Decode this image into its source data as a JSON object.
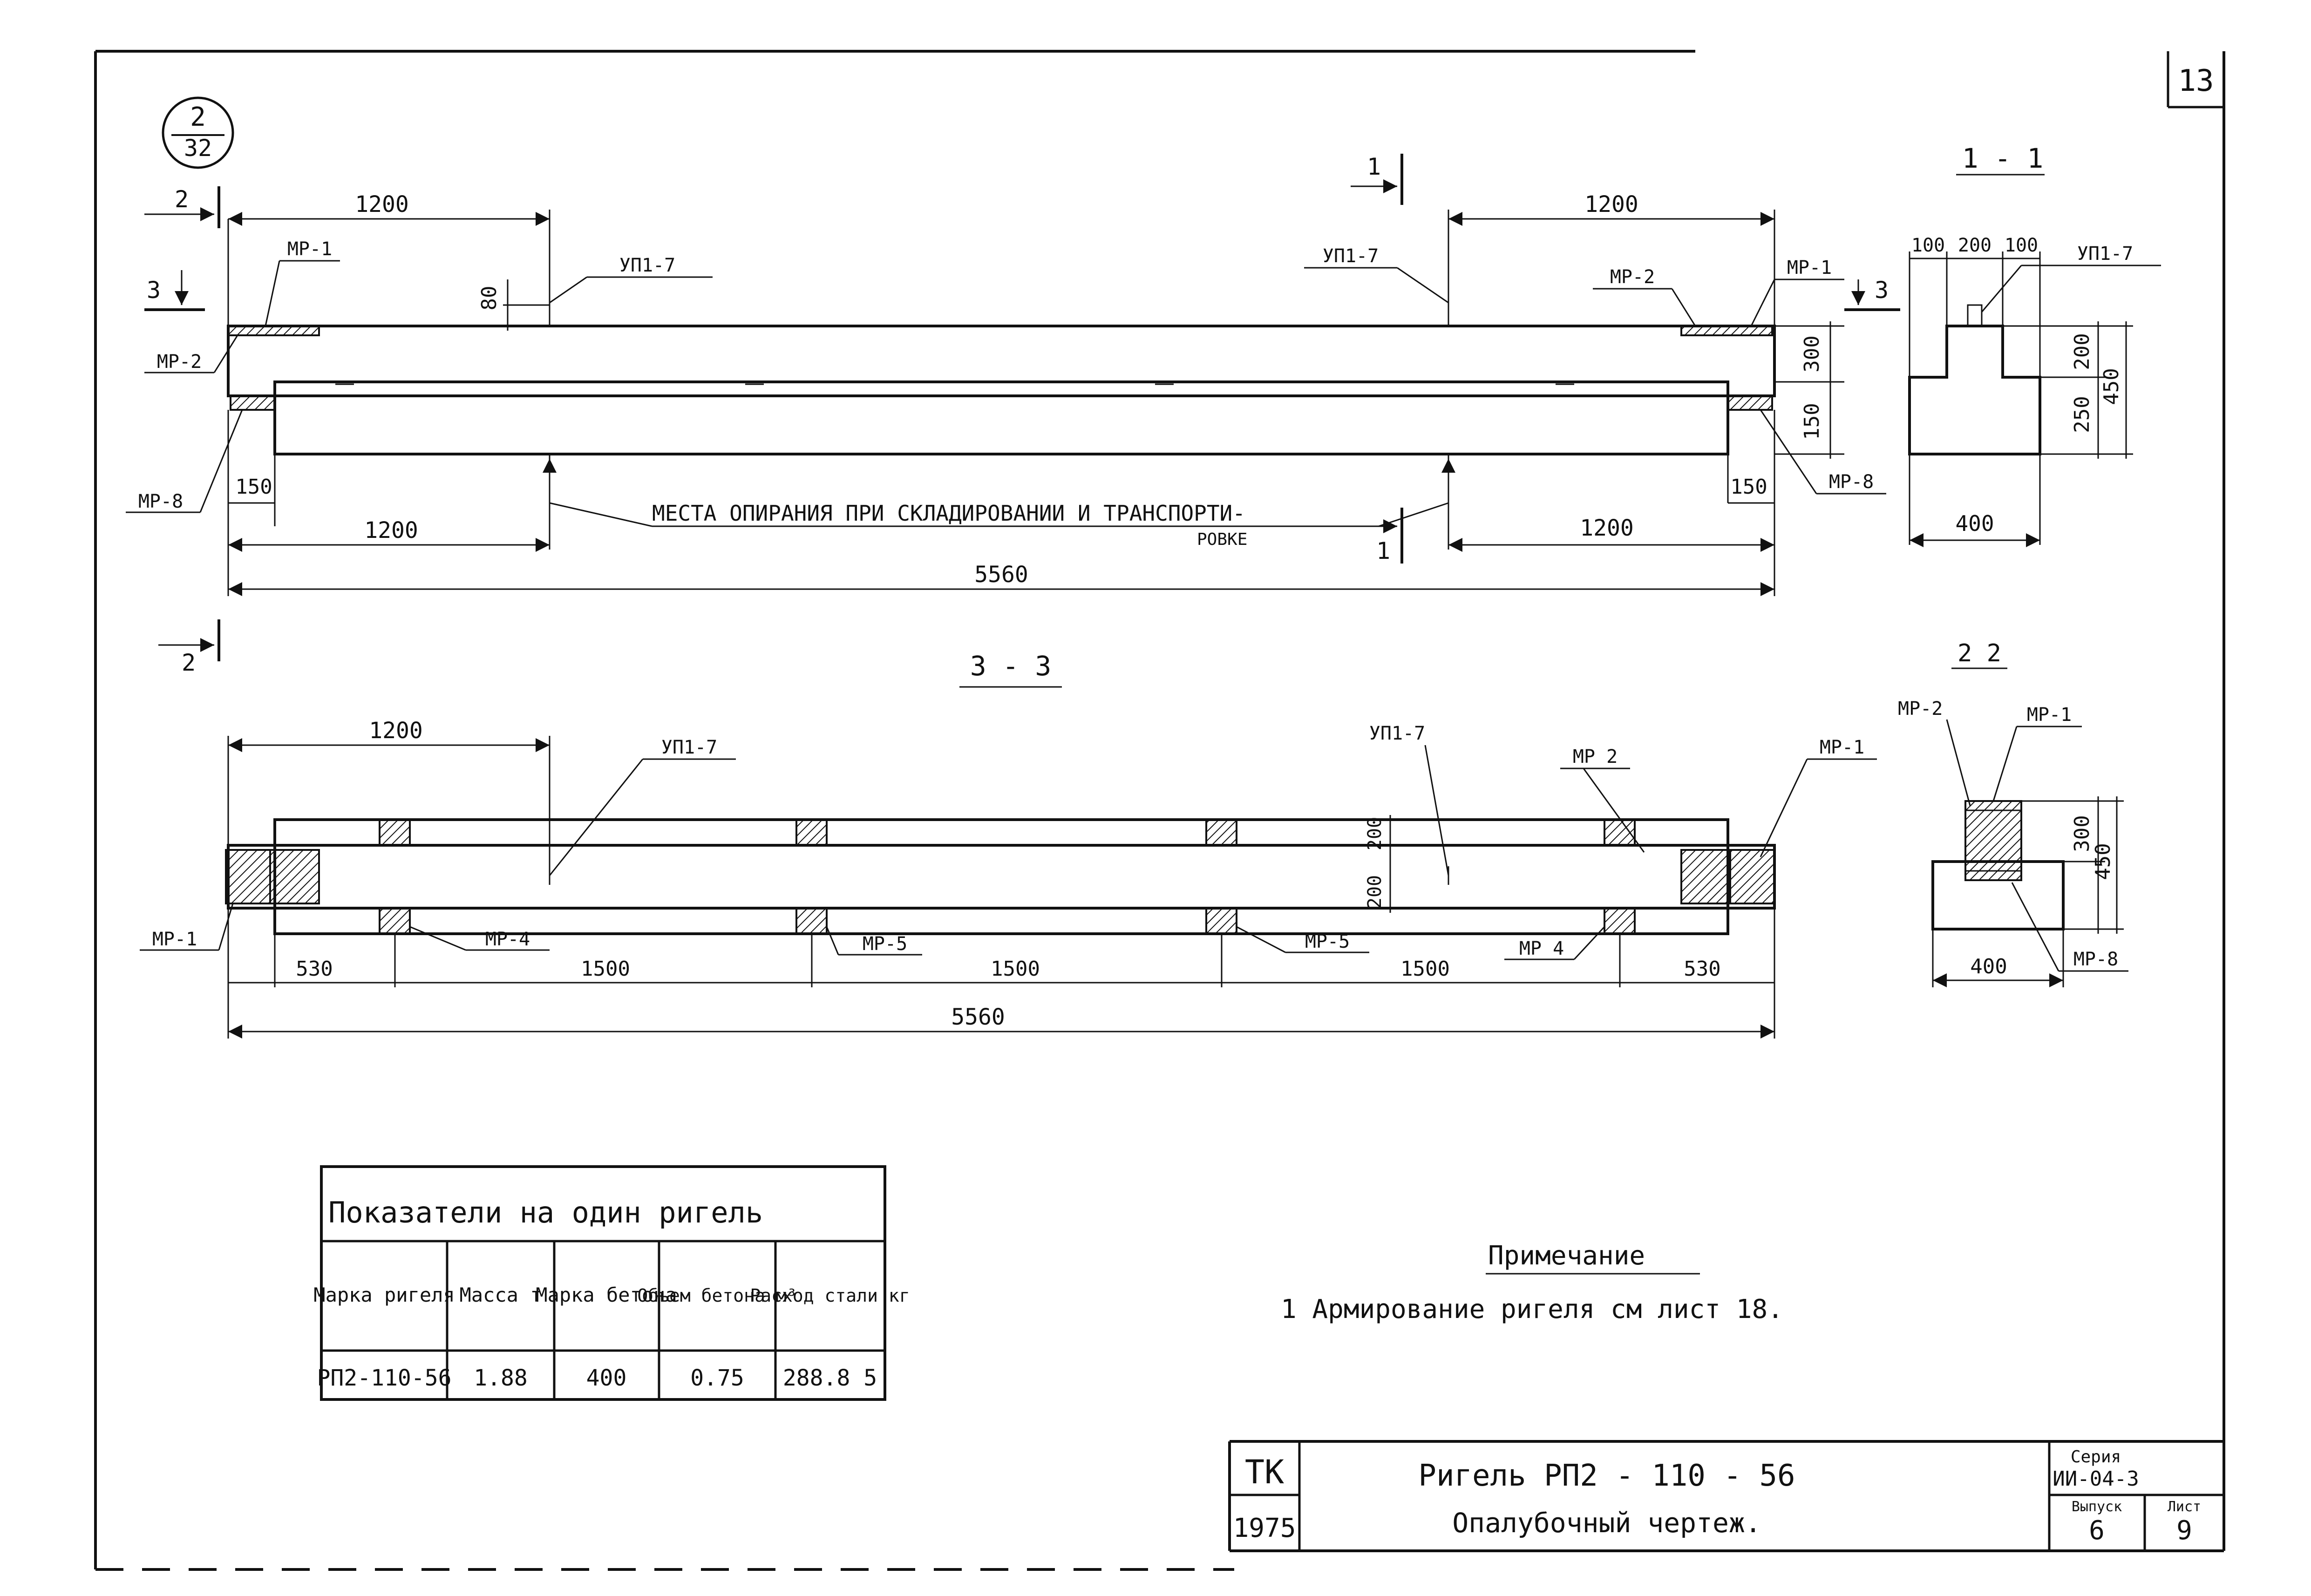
{
  "page_number": "13",
  "view_ref": {
    "top": "2",
    "bottom": "32"
  },
  "elevation": {
    "dims": {
      "top_left": "1200",
      "top_right": "1200",
      "bottom_left": "1200",
      "bottom_right": "1200",
      "total": "5560",
      "end_left": "150",
      "end_right": "150",
      "notch": "80",
      "h300": "300",
      "h150": "150"
    },
    "labels": {
      "mr1_left": "МР-1",
      "mr2_left": "МР-2",
      "mr8_left": "МР-8",
      "up_left": "УП1-7",
      "up_right": "УП1-7",
      "mr2_right": "МР-2",
      "mr1_right": "МР-1",
      "mr8_right": "МР-8"
    },
    "support_note_1": "МЕСТА ОПИРАНИЯ ПРИ СКЛАДИРОВАНИИ И ТРАНСПОРТИ-",
    "support_note_2": "РОВКЕ",
    "cut_marks": {
      "c1_top": "1",
      "c1_bottom": "1",
      "c2_top": "2",
      "c2_bottom": "2",
      "c3_left": "3",
      "c3_right": "3"
    }
  },
  "section_11": {
    "title": "1 - 1",
    "dims": {
      "w1": "100",
      "w2": "200",
      "w3": "100",
      "h200": "200",
      "h250": "250",
      "h450": "450",
      "width": "400"
    },
    "label_up": "УП1-7"
  },
  "plan_33": {
    "title": "3 - 3",
    "dims": {
      "d1200": "1200",
      "d530_left": "530",
      "d1500_1": "1500",
      "d1500_2": "1500",
      "d1500_3": "1500",
      "d530_right": "530",
      "total": "5560",
      "v200a": "200",
      "v200b": "200"
    },
    "labels": {
      "up_left": "УП1-7",
      "up_right": "УП1-7",
      "mr2": "МР 2",
      "mr1_right": "МР-1",
      "mr1_left": "МР-1",
      "mr4_left": "МР-4",
      "mr5_left": "МР-5",
      "mr5_right": "МР-5",
      "mr4_right": "МР 4"
    }
  },
  "section_22": {
    "title": "2 2",
    "labels": {
      "mr2": "МР-2",
      "mr1": "МР-1",
      "mr8": "МР-8"
    },
    "dims": {
      "h300": "300",
      "h450": "450",
      "width": "400"
    }
  },
  "indicators_table": {
    "title": "Показатели на один ригель",
    "headers": [
      "Марка ригеля",
      "Масса т",
      "Марка бетона",
      "Объем бетона м³",
      "Расход стали кг"
    ],
    "row": [
      "РП2-110-56",
      "1.88",
      "400",
      "0.75",
      "288.8 5"
    ]
  },
  "note": {
    "title": "Примечание",
    "text": "1 Армирование ригеля см лист 18."
  },
  "title_block": {
    "org": "ТК",
    "year": "1975",
    "name_line1": "Ригель РП2 - 110 - 56",
    "name_line2": "Опалубочный чертеж.",
    "series_label": "Серия",
    "series_value": "ИИ-04-3",
    "issue_label": "Выпуск",
    "issue_value": "6",
    "sheet_label": "Лист",
    "sheet_value": "9"
  }
}
